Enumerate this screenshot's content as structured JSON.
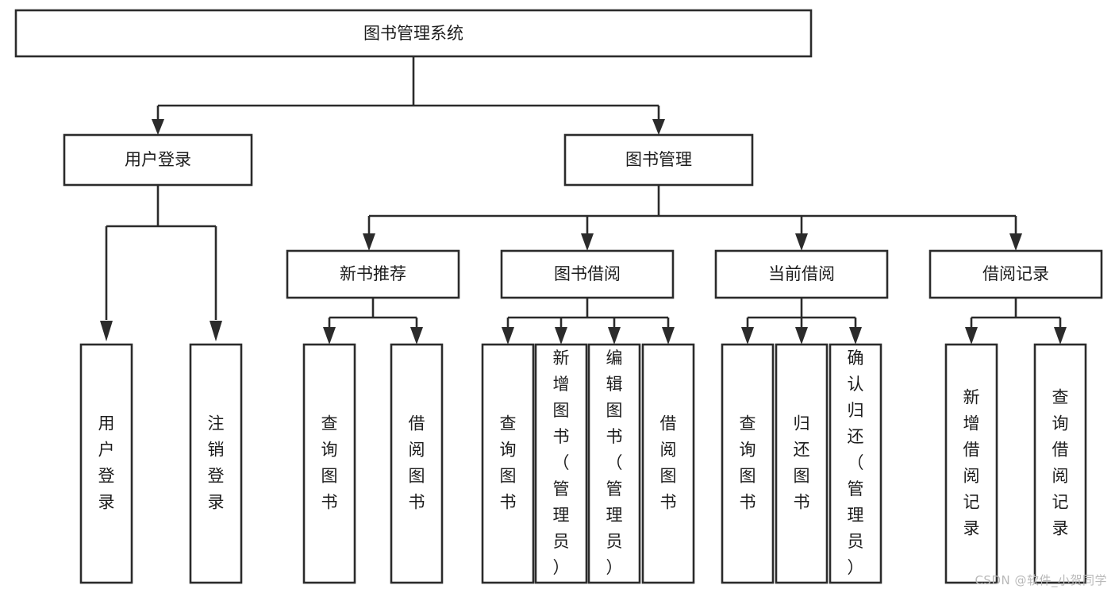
{
  "diagram": {
    "title": "图书管理系统",
    "type": "hierarchy-tree",
    "watermark": "CSDN @软件_小贺同学",
    "colors": {
      "stroke": "#2b2b2b",
      "fill": "#ffffff",
      "text": "#1c1c1c",
      "watermark": "#b9b9b9"
    },
    "levels": {
      "root": {
        "label": "图书管理系统"
      },
      "level2": [
        {
          "label": "用户登录"
        },
        {
          "label": "图书管理"
        }
      ],
      "level3": [
        {
          "label": "新书推荐"
        },
        {
          "label": "图书借阅"
        },
        {
          "label": "当前借阅"
        },
        {
          "label": "借阅记录"
        }
      ],
      "leaves": {
        "user_login": [
          {
            "label": "用户登录"
          },
          {
            "label": "注销登录"
          }
        ],
        "new_book_recommend": [
          {
            "label": "查询图书"
          },
          {
            "label": "借阅图书"
          }
        ],
        "book_borrow": [
          {
            "label": "查询图书"
          },
          {
            "label": "新增图书（管理员）"
          },
          {
            "label": "编辑图书（管理员）"
          },
          {
            "label": "借阅图书"
          }
        ],
        "current_borrow": [
          {
            "label": "查询图书"
          },
          {
            "label": "归还图书"
          },
          {
            "label": "确认归还（管理员）"
          }
        ],
        "borrow_record": [
          {
            "label": "新增借阅记录"
          },
          {
            "label": "查询借阅记录"
          }
        ]
      }
    }
  }
}
